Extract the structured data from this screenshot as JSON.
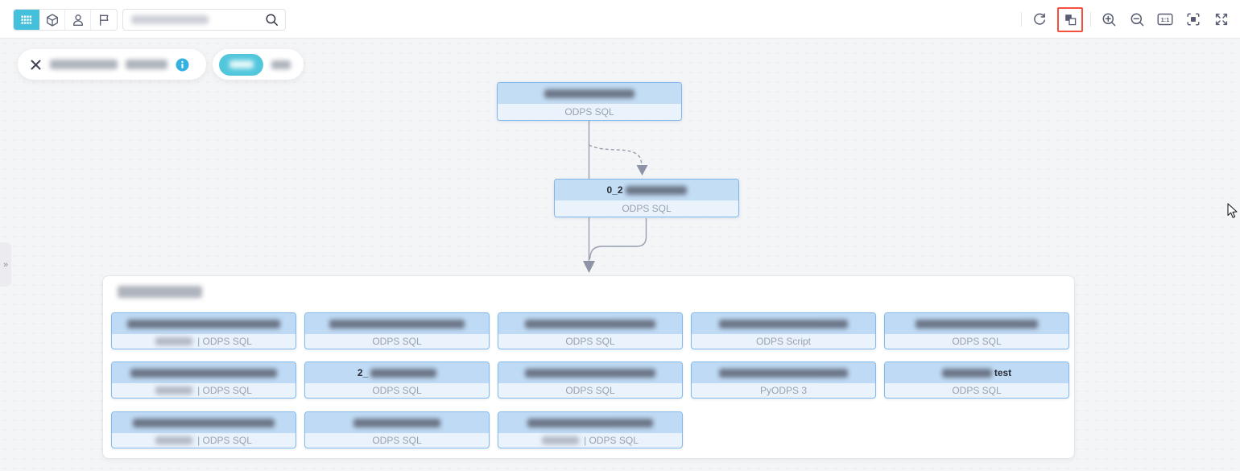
{
  "colors": {
    "accent_teal": "#45c0da",
    "highlight_orange": "#f5503c",
    "node_border_blue": "#7fb5e8",
    "node_header_blue": "#c3ddf5",
    "node_body_blue": "#eaf3fc",
    "info_blue": "#35b1e1",
    "edge_gray": "#979daf"
  },
  "toolbar": {
    "segments": [
      {
        "icon": "grid-icon",
        "active": true
      },
      {
        "icon": "cube-icon",
        "active": false
      },
      {
        "icon": "user-icon",
        "active": false
      },
      {
        "icon": "flag-icon",
        "active": false
      }
    ],
    "search": {
      "icon": "search-icon",
      "placeholder_redacted": true
    },
    "actions": [
      {
        "icon": "refresh-icon"
      },
      {
        "icon": "overlap-squares-icon",
        "highlighted": true
      },
      {
        "icon": "zoom-in-icon"
      },
      {
        "icon": "zoom-out-icon"
      },
      {
        "icon": "one-to-one-icon",
        "label": "1:1"
      },
      {
        "icon": "focus-icon"
      },
      {
        "icon": "fullscreen-icon"
      }
    ]
  },
  "filter_bar": {
    "chip": {
      "close_icon": "x-icon",
      "label_redacted": true,
      "secondary_label_redacted": true,
      "info_icon": "info-icon"
    },
    "toggle": {
      "active_button_label_redacted": true,
      "inactive_label_redacted": true
    }
  },
  "panel_expander": {
    "glyph": "»"
  },
  "flow": {
    "node1": {
      "title_redacted": true,
      "type": "ODPS SQL"
    },
    "node2": {
      "title_prefix": "0_2",
      "title_redacted": true,
      "type": "ODPS SQL"
    },
    "edges": [
      {
        "from": "node1",
        "to": "group",
        "style": "solid-arrow"
      },
      {
        "from": "node1",
        "to": "node2",
        "style": "dashed-arrow"
      },
      {
        "from": "node2",
        "to": "group-edge",
        "style": "solid"
      }
    ]
  },
  "group": {
    "title_redacted": true,
    "nodes": [
      {
        "title_redacted": true,
        "owner_redacted": true,
        "type_label": "| ODPS SQL"
      },
      {
        "title_redacted": true,
        "type_label": "ODPS SQL"
      },
      {
        "title_redacted": true,
        "type_label": "ODPS SQL"
      },
      {
        "title_redacted": true,
        "type_label": "ODPS Script"
      },
      {
        "title_redacted": true,
        "type_label": "ODPS SQL"
      },
      {
        "title_redacted": true,
        "owner_redacted": true,
        "type_label": "| ODPS SQL"
      },
      {
        "title_prefix": "2_",
        "title_redacted": true,
        "type_label": "ODPS SQL"
      },
      {
        "title_redacted": true,
        "type_label": "ODPS SQL"
      },
      {
        "title_redacted": true,
        "type_label": "PyODPS 3"
      },
      {
        "title_redacted": true,
        "title_suffix": "test",
        "type_label": "ODPS SQL"
      },
      {
        "title_redacted": true,
        "owner_redacted": true,
        "type_label": "| ODPS SQL"
      },
      {
        "title_redacted": true,
        "type_label": "ODPS SQL"
      },
      {
        "title_redacted": true,
        "owner_redacted": true,
        "type_label": "| ODPS SQL"
      }
    ]
  },
  "cursor": {
    "visible": true
  }
}
